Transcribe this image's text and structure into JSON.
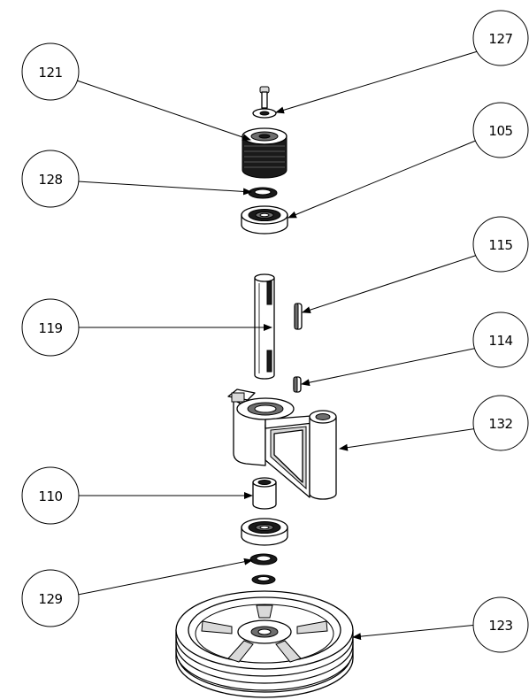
{
  "callouts": [
    {
      "id": "121",
      "label": "121"
    },
    {
      "id": "127",
      "label": "127"
    },
    {
      "id": "105",
      "label": "105"
    },
    {
      "id": "128",
      "label": "128"
    },
    {
      "id": "115",
      "label": "115"
    },
    {
      "id": "119",
      "label": "119"
    },
    {
      "id": "114",
      "label": "114"
    },
    {
      "id": "132",
      "label": "132"
    },
    {
      "id": "110",
      "label": "110"
    },
    {
      "id": "129",
      "label": "129"
    },
    {
      "id": "123",
      "label": "123"
    }
  ]
}
